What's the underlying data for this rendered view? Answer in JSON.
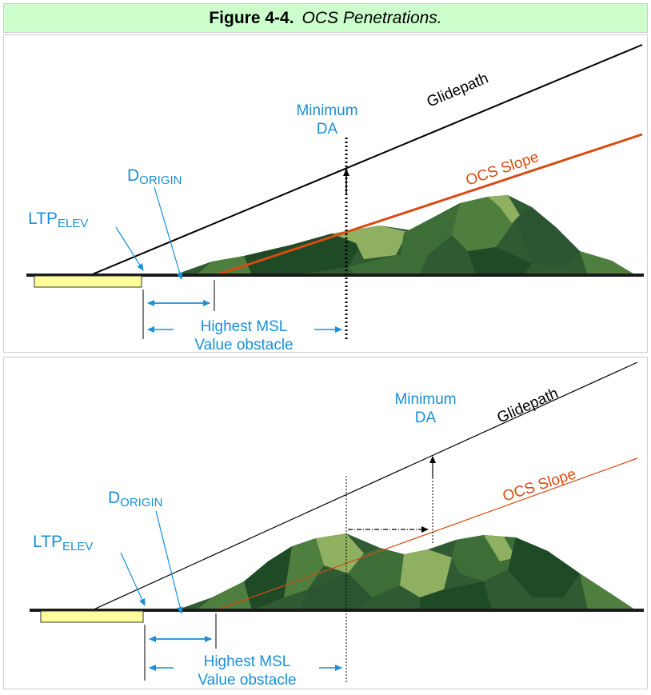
{
  "figure": {
    "label": "Figure 4-4.",
    "caption": "OCS Penetrations."
  },
  "panels": [
    {
      "labels": {
        "glidepath": "Glidepath",
        "ocs_slope": "OCS Slope",
        "minimum": "Minimum",
        "da": "DA",
        "d": "D",
        "origin": "ORIGIN",
        "ltp": "LTP",
        "elev": "ELEV",
        "highest_msl": "Highest MSL",
        "value_obstacle": "Value obstacle"
      }
    },
    {
      "labels": {
        "glidepath": "Glidepath",
        "ocs_slope": "OCS Slope",
        "minimum": "Minimum",
        "da": "DA",
        "d": "D",
        "origin": "ORIGIN",
        "ltp": "LTP",
        "elev": "ELEV",
        "highest_msl": "Highest MSL",
        "value_obstacle": "Value obstacle"
      }
    }
  ],
  "colors": {
    "label_blue": "#1a8fd8",
    "ocs_orange": "#d84a12",
    "runway_yellow": "#ffff99",
    "title_green": "#ccffcc",
    "terrain_dark": "#2f5a32",
    "terrain_mid": "#4f7f3f",
    "terrain_light": "#8fb060"
  }
}
